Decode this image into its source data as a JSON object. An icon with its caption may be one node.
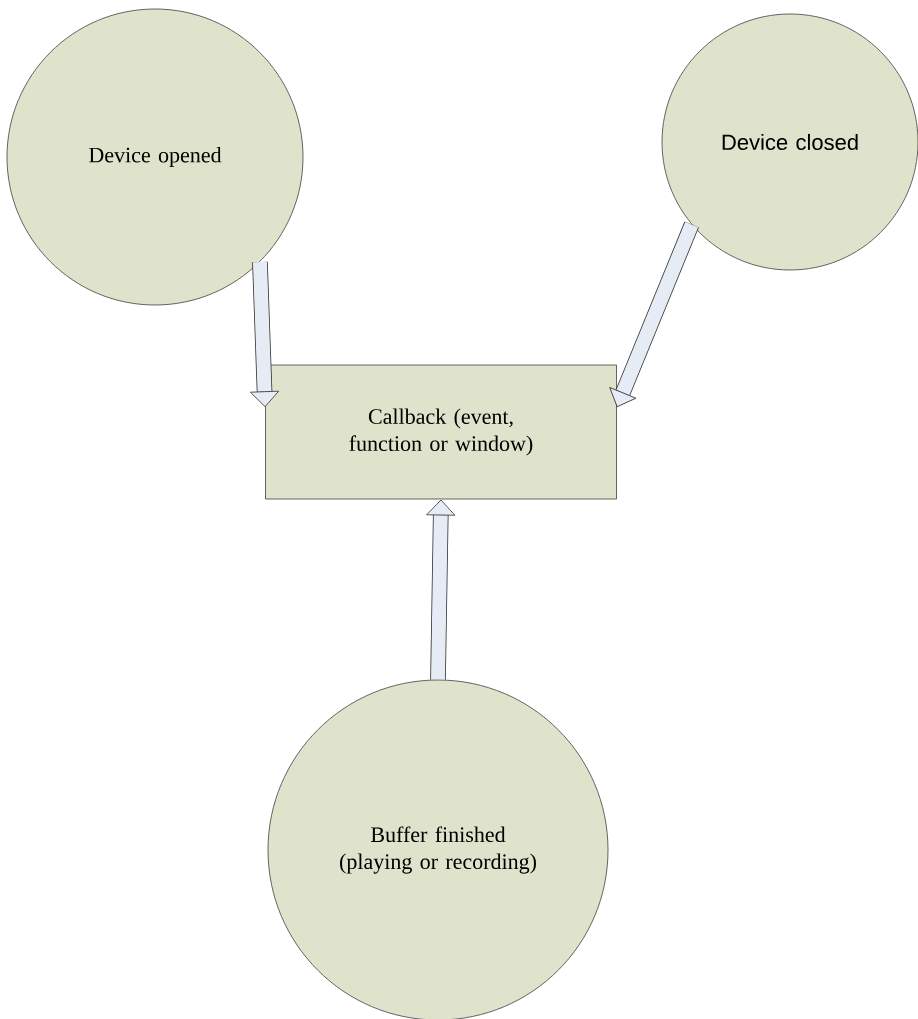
{
  "diagram": {
    "nodes": [
      {
        "text": [
          "Device opened"
        ]
      },
      {
        "text": [
          "Device closed"
        ]
      },
      {
        "text": [
          "Callback (event, function or window)"
        ]
      },
      {
        "text": [
          "Buffer finished (playing or recording)"
        ]
      }
    ],
    "edges": [
      {
        "from": 0,
        "to": 2,
        "arrow": "to"
      },
      {
        "from": 1,
        "to": 2,
        "arrow": "to"
      },
      {
        "from": 3,
        "to": 2,
        "arrow": "to"
      }
    ]
  }
}
